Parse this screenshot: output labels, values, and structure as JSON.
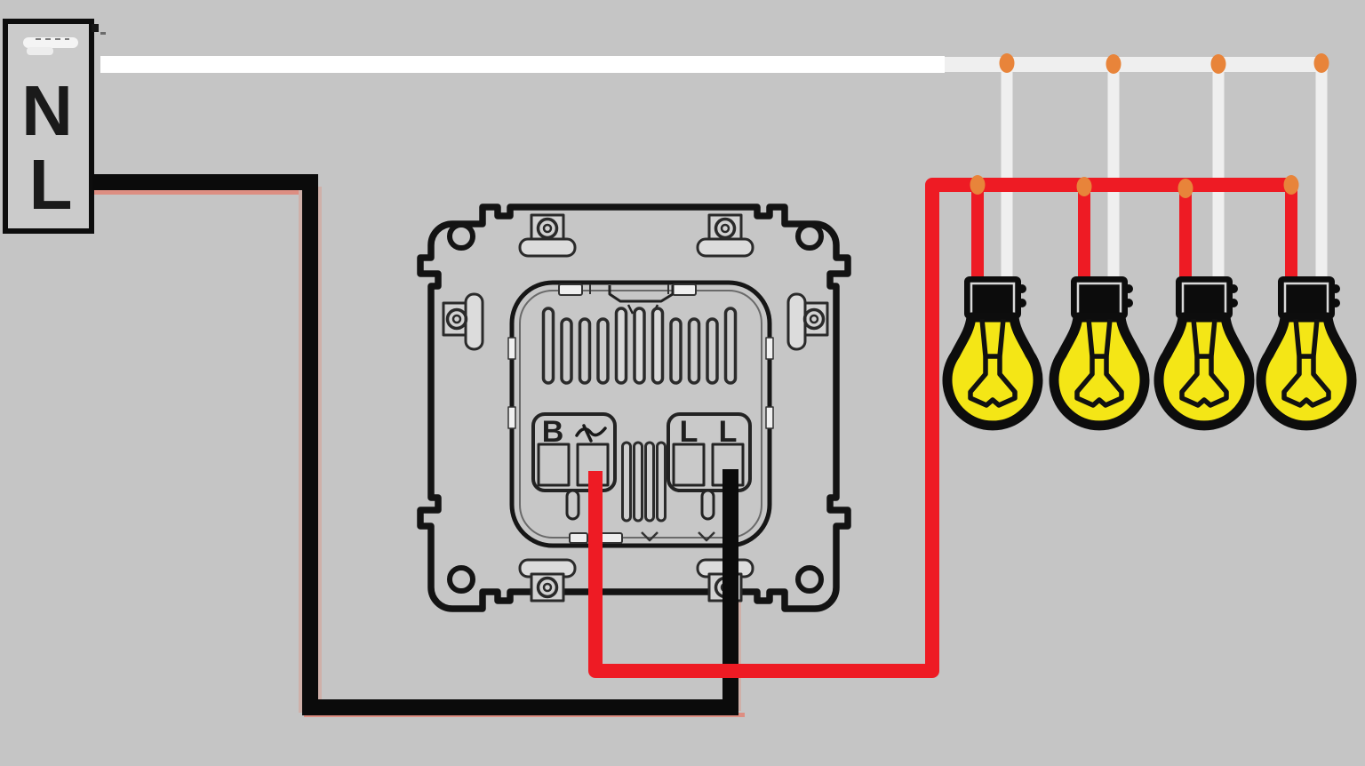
{
  "source": {
    "label_n": "N",
    "label_l": "L"
  },
  "switch_mechanism": {
    "left_terminal_block": {
      "label_1": "B",
      "label_2": "∿"
    },
    "right_terminal_block": {
      "label_1": "L",
      "label_2": "L"
    }
  },
  "lamps": {
    "count": "4",
    "bulb_color": "#f4e616",
    "cap_color": "#0c0c0c"
  },
  "wires": {
    "neutral_color": "#ffffff",
    "neutral_branch_color": "#efefef",
    "live_color": "#0b0b0b",
    "live_shadow_color": "#dd8e82",
    "switched_live_color": "#ee1b24",
    "junction_dot_color": "#e8843a"
  },
  "background_color": "#c5c5c5"
}
